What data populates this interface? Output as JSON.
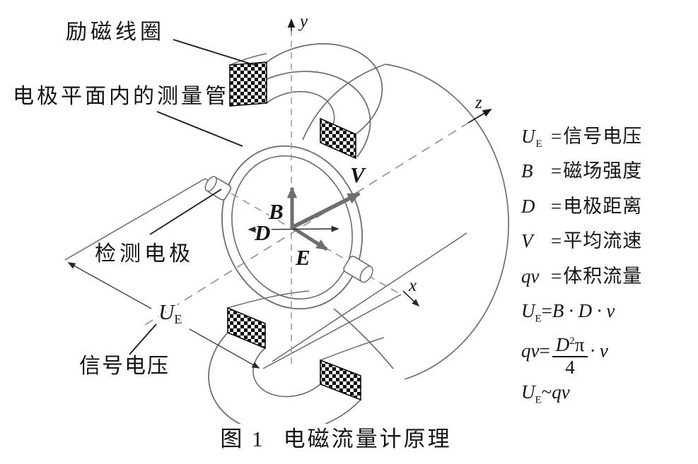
{
  "figure": {
    "caption": {
      "number": "图 1",
      "title": "电磁流量计原理"
    },
    "diagram": {
      "axes": {
        "x": "x",
        "y": "y",
        "z": "z"
      },
      "vectors": {
        "b": "B",
        "d": "D",
        "e": "E",
        "v": "V"
      },
      "voltage_label": {
        "base": "U",
        "sub": "E"
      },
      "callouts": {
        "excitation_coil": "励磁线圈",
        "measuring_tube": "电极平面内的测量管",
        "detection_electrode": "检测电极",
        "signal_voltage": "信号电压"
      }
    },
    "legend": {
      "definitions": [
        {
          "var": "U",
          "sub": "E",
          "eq": "=",
          "text": "信号电压"
        },
        {
          "var": "B",
          "sub": "",
          "eq": "=",
          "text": "磁场强度"
        },
        {
          "var": "D",
          "sub": "",
          "eq": "=",
          "text": "电极距离"
        },
        {
          "var": "V",
          "sub": "",
          "eq": "=",
          "text": "平均流速"
        },
        {
          "var": "qv",
          "sub": "",
          "eq": "=",
          "text": "体积流量"
        }
      ],
      "formulas": {
        "f1": {
          "lhs": "U",
          "sub": "E",
          "eq": "=",
          "rhs": "B · D · v"
        },
        "f2": {
          "lhs": "qv",
          "eq": "=",
          "num_base": "D",
          "num_sup": "2",
          "num_tail": "π",
          "den": "4",
          "tail": "· v"
        },
        "f3": {
          "lhs": "U",
          "sub": "E",
          "eq": "~",
          "rhs": "qv"
        }
      }
    },
    "colors": {
      "line": "#6b6b6b",
      "vector": "#6e6e6e",
      "dash": "#8f8f8f",
      "text": "#141414",
      "coil_fill": "#0a0a0a"
    }
  }
}
